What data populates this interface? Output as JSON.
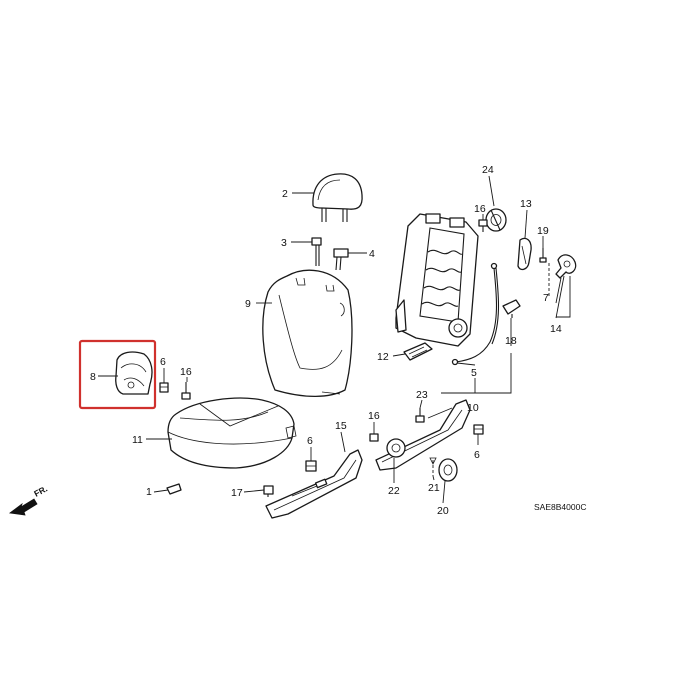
{
  "diagram": {
    "part_numbers": {
      "p1": "1",
      "p2": "2",
      "p3": "3",
      "p4": "4",
      "p5": "5",
      "p6a": "6",
      "p6b": "6",
      "p6c": "6",
      "p7": "7",
      "p8": "8",
      "p9": "9",
      "p10": "10",
      "p11": "11",
      "p12": "12",
      "p13": "13",
      "p14": "14",
      "p15": "15",
      "p16a": "16",
      "p16b": "16",
      "p16c": "16",
      "p17": "17",
      "p18": "18",
      "p19": "19",
      "p20": "20",
      "p21": "21",
      "p22": "22",
      "p23": "23",
      "p24": "24"
    },
    "drawing_code": "SAE8B4000C",
    "direction_label": "FR.",
    "highlight_color": "#d0312d",
    "highlighted_part": "8"
  }
}
